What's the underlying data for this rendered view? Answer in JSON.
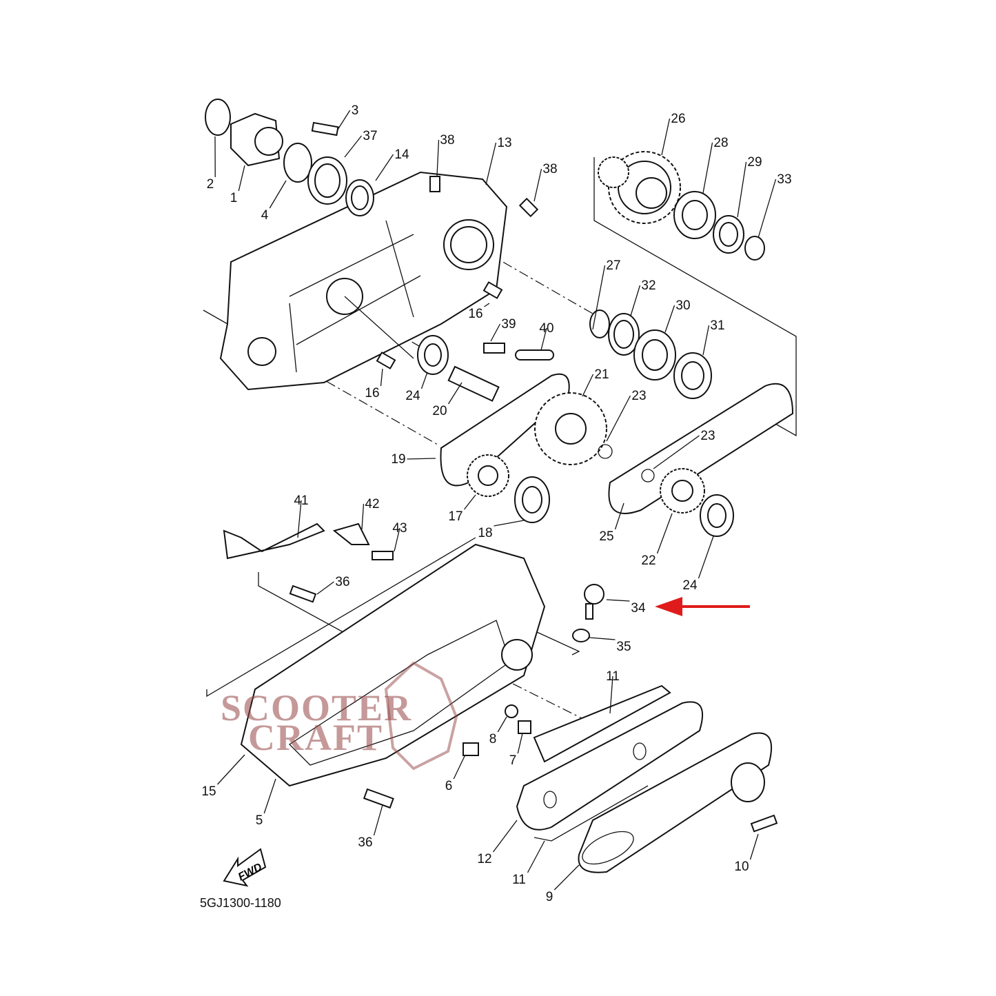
{
  "diagram": {
    "code": "5GJ1300-1180",
    "fwd_label": "FWD",
    "watermark": [
      "SCOOTER",
      "CRAFT"
    ],
    "highlight_color": "#e01b1b",
    "highlighted_part": "34",
    "callouts": [
      "3",
      "2",
      "1",
      "37",
      "14",
      "4",
      "38",
      "13",
      "38",
      "26",
      "28",
      "29",
      "33",
      "27",
      "32",
      "30",
      "31",
      "16",
      "39",
      "40",
      "16",
      "24",
      "20",
      "21",
      "23",
      "23",
      "19",
      "17",
      "18",
      "25",
      "22",
      "24",
      "41",
      "42",
      "43",
      "36",
      "34",
      "35",
      "11",
      "8",
      "7",
      "6",
      "15",
      "5",
      "36",
      "12",
      "11",
      "9",
      "10"
    ]
  }
}
